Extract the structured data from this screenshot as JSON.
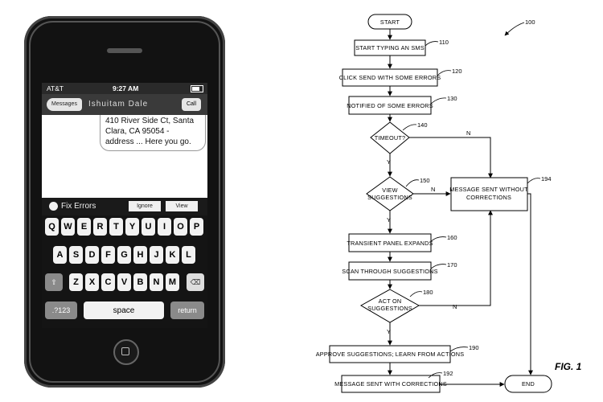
{
  "phone": {
    "status": {
      "carrier": "AT&T",
      "time": "9:27 AM"
    },
    "nav": {
      "back_label": "Messages",
      "contact": "Ishuitam Dale",
      "call_label": "Call"
    },
    "message": {
      "lines": [
        "410 River Side Ct, Santa",
        "Clara, CA 95054 -",
        "address ... Here you go."
      ]
    },
    "panel": {
      "label": "Fix Errors",
      "ignore_label": "Ignore",
      "view_label": "View"
    },
    "keyboard": {
      "row1": [
        "Q",
        "W",
        "E",
        "R",
        "T",
        "Y",
        "U",
        "I",
        "O",
        "P"
      ],
      "row2": [
        "A",
        "S",
        "D",
        "F",
        "G",
        "H",
        "J",
        "K",
        "L"
      ],
      "row3": [
        "Z",
        "X",
        "C",
        "V",
        "B",
        "N",
        "M"
      ],
      "numbers_label": ".?123",
      "space_label": "space",
      "return_label": "return"
    }
  },
  "flowchart": {
    "figure_ref": "100",
    "figure_label": "FIG. 1",
    "nodes": {
      "start": {
        "label": "START"
      },
      "typing": {
        "label": "START TYPING AN SMS",
        "ref": "110"
      },
      "send": {
        "label": "CLICK SEND WITH SOME ERRORS",
        "ref": "120"
      },
      "notified": {
        "label": "NOTIFIED OF SOME ERRORS",
        "ref": "130"
      },
      "timeout": {
        "label": "TIMEOUT?",
        "ref": "140"
      },
      "view": {
        "label1": "VIEW",
        "label2": "SUGGESTIONS",
        "ref": "150"
      },
      "panel": {
        "label": "TRANSIENT PANEL EXPANDS",
        "ref": "160"
      },
      "scan": {
        "label": "SCAN THROUGH SUGGESTIONS",
        "ref": "170"
      },
      "act": {
        "label1": "ACT ON",
        "label2": "SUGGESTIONS",
        "ref": "180"
      },
      "approve": {
        "label": "APPROVE SUGGESTIONS; LEARN FROM ACTIONS",
        "ref": "190"
      },
      "sent_corr": {
        "label": "MESSAGE SENT WITH CORRECTIONS",
        "ref": "192"
      },
      "sent_nocorr": {
        "label1": "MESSAGE SENT WITHOUT",
        "label2": "CORRECTIONS",
        "ref": "194"
      },
      "end": {
        "label": "END"
      }
    },
    "edge_labels": {
      "yes": "Y",
      "no": "N"
    }
  }
}
